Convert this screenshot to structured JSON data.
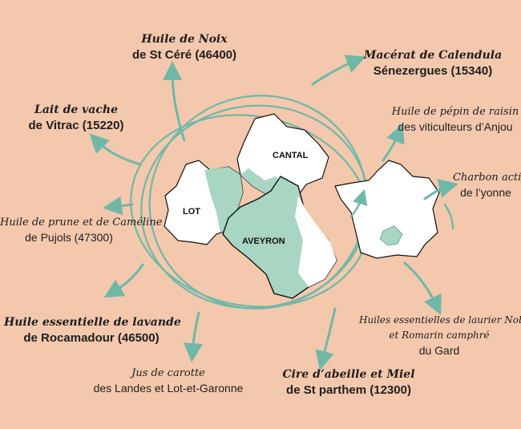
{
  "regions": {
    "lot": "LOT",
    "cantal": "CANTAL",
    "aveyron": "AVEYRON"
  },
  "labels": {
    "huile_noix": {
      "line1": "Huile de Noix",
      "line2": "de St Céré (46400)"
    },
    "calendula": {
      "line1": "Macérat de Calendula",
      "line2": "Sénezergues (15340)"
    },
    "lait_vache": {
      "line1": "Lait de vache",
      "line2": "de Vitrac (15220)"
    },
    "pepin_raisin": {
      "line1": "Huile de pépin de raisin",
      "line2": "des viticulteurs d’Anjou"
    },
    "charbon": {
      "line1": "Charbon actif",
      "line2": "de l’yonne"
    },
    "prune": {
      "line1": "Huile de prune et de Caméline",
      "line2": "de Pujols (47300)"
    },
    "lavande": {
      "line1": "Huile essentielle de lavande",
      "line2": "de Rocamadour (46500)"
    },
    "laurier": {
      "line1": "Huiles essentielles de laurier Noble",
      "line1b": "et Romarin camphré",
      "line2": "du Gard"
    },
    "carotte": {
      "line1": "Jus de carotte",
      "line2": "des Landes et Lot-et-Garonne"
    },
    "cire": {
      "line1": "Cire d’abeille et Miel",
      "line2": "de St parthem (12300)"
    }
  },
  "colors": {
    "background": "#f4c8ad",
    "accent_teal": "#6fb8a8",
    "region_fill": "#a9d5c3",
    "white": "#ffffff"
  }
}
